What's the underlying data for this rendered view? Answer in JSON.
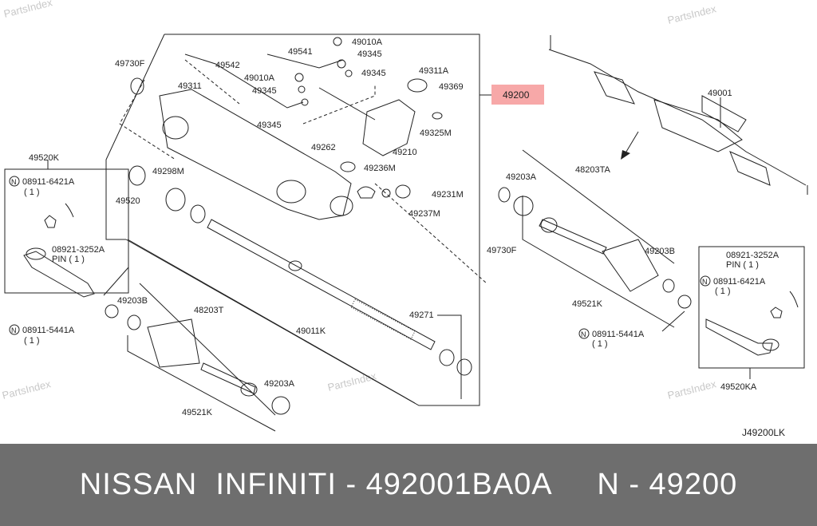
{
  "watermark": "PartsIndex",
  "diagram_code": "J49200LK",
  "highlight_label": "49200",
  "labels": {
    "l49730F": "49730F",
    "l49542": "49542",
    "l49541": "49541",
    "l49010A_top": "49010A",
    "l49345_top": "49345",
    "l49311A": "49311A",
    "l49010A_mid": "49010A",
    "l49345_mid_r": "49345",
    "l49345_mid_l": "49345",
    "l49345_low": "49345",
    "l49369": "49369",
    "l49311": "49311",
    "l49325M": "49325M",
    "l49262": "49262",
    "l49210": "49210",
    "l49236M": "49236M",
    "l49298M": "49298M",
    "l49231M": "49231M",
    "l49237M": "49237M",
    "l49520": "49520",
    "l49520K": "49520K",
    "l08911_6421A_left": "08911-6421A",
    "l_qty1_a": "( 1 )",
    "l08921_3252A_left": "08921-3252A",
    "l_pin1_left": "PIN ( 1 )",
    "l49203B_left": "49203B",
    "l48203T": "48203T",
    "l08911_5441A_left": "08911-5441A",
    "l_qty1_b": "( 1 )",
    "l49011K": "49011K",
    "l49271": "49271",
    "l49203A_bottom": "49203A",
    "l49521K_bottom": "49521K",
    "l49203A_right": "49203A",
    "l48203TA": "48203TA",
    "l49730F_right": "49730F",
    "l49203B_right": "49203B",
    "l49521K_right": "49521K",
    "l08911_5441A_right": "08911-5441A",
    "l_qty1_c": "( 1 )",
    "l08921_3252A_right": "08921-3252A",
    "l_pin1_right": "PIN ( 1 )",
    "l08911_6421A_right": "08911-6421A",
    "l_qty1_d": "( 1 )",
    "l49520KA": "49520KA",
    "l49001": "49001",
    "n_marker": "N"
  },
  "colors": {
    "highlight_fill": "#f7a8a8",
    "line": "#222222",
    "banner_bg": "#6e6e6e"
  },
  "banner": {
    "text": "NISSAN  INFINITI - 492001BA0A     N - 49200"
  }
}
